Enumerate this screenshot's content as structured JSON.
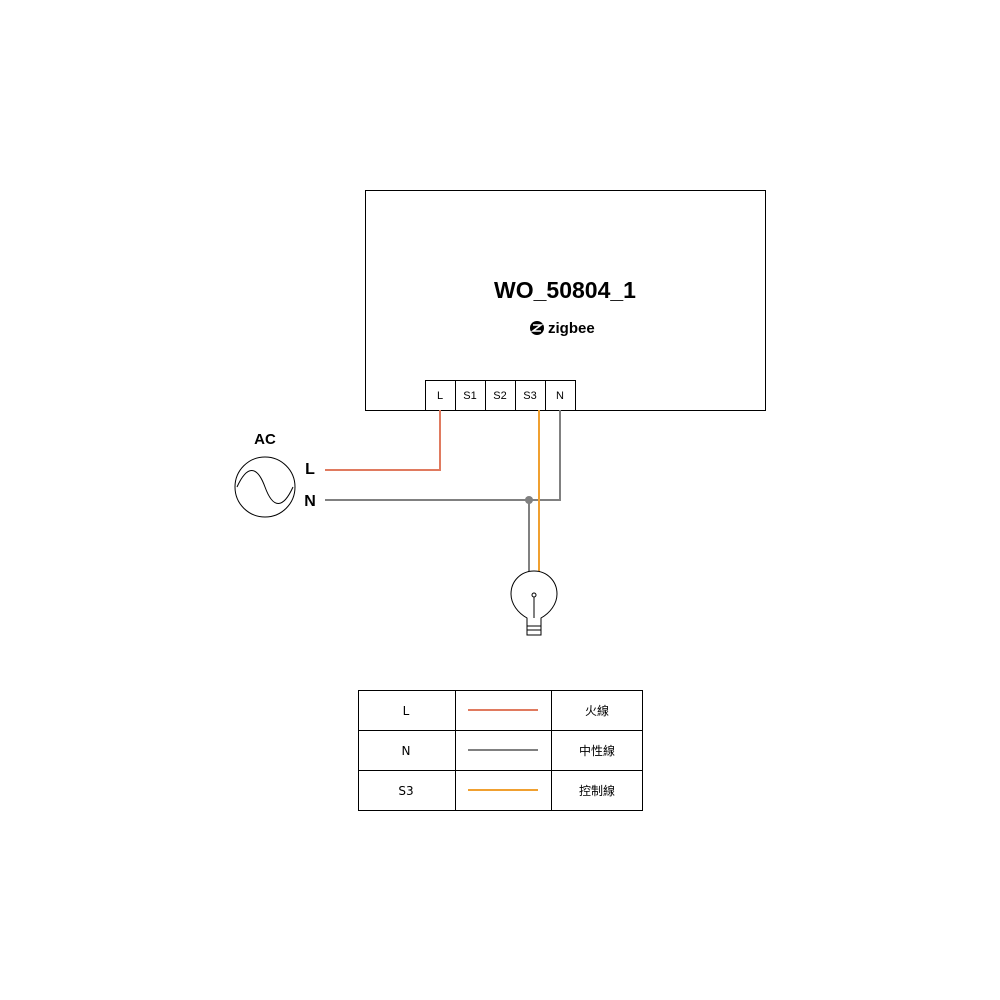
{
  "device": {
    "title": "WO_50804_1",
    "brand": "zigbee",
    "terminals": [
      "L",
      "S1",
      "S2",
      "S3",
      "N"
    ]
  },
  "source": {
    "label": "AC",
    "line_label": "L",
    "neutral_label": "N"
  },
  "load": {
    "icon": "lightbulb-icon"
  },
  "colors": {
    "live": "#e07a5f",
    "neutral": "#808080",
    "control": "#f0a030"
  },
  "legend": [
    {
      "key": "L",
      "color": "#e07a5f",
      "desc": "火線"
    },
    {
      "key": "N",
      "color": "#808080",
      "desc": "中性線"
    },
    {
      "key": "S3",
      "color": "#f0a030",
      "desc": "控制線"
    }
  ]
}
